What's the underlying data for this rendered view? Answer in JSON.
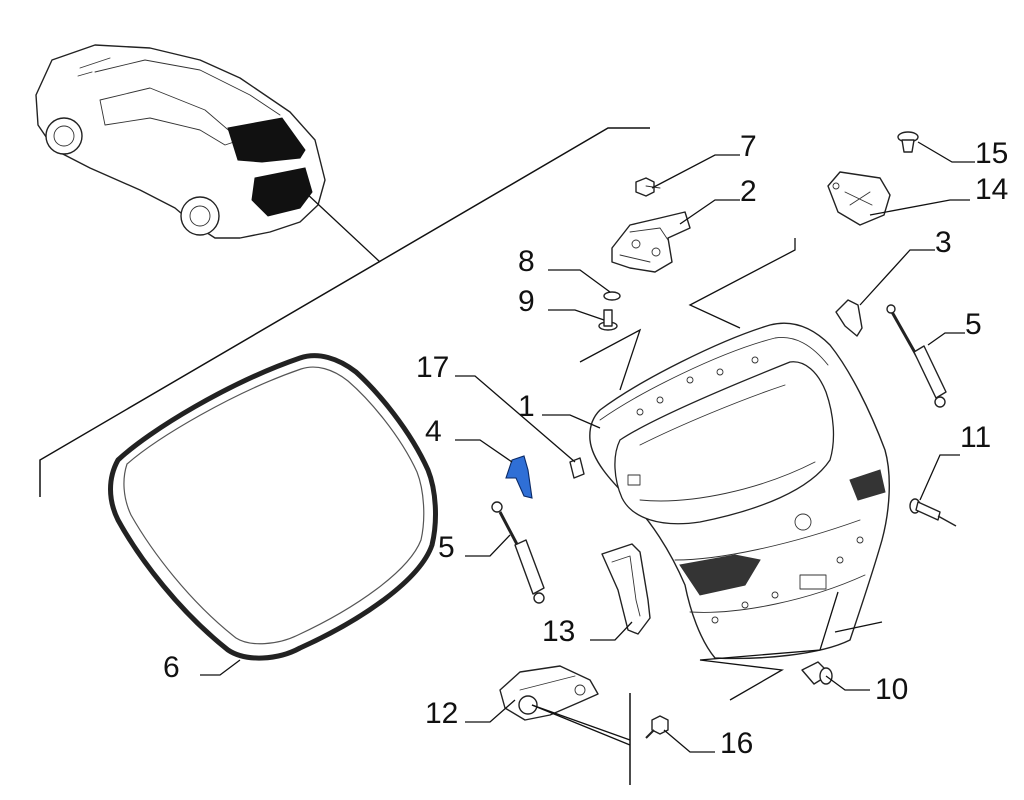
{
  "colors": {
    "line": "#111111",
    "highlight": "#2f6fd6",
    "background": "#ffffff"
  },
  "callouts": {
    "c1": "1",
    "c2": "2",
    "c3": "3",
    "c4": "4",
    "c5a": "5",
    "c5b": "5",
    "c6": "6",
    "c7": "7",
    "c8": "8",
    "c9": "9",
    "c10": "10",
    "c11": "11",
    "c12": "12",
    "c13": "13",
    "c14": "14",
    "c15": "15",
    "c16": "16",
    "c17": "17"
  },
  "highlighted_part": "4"
}
